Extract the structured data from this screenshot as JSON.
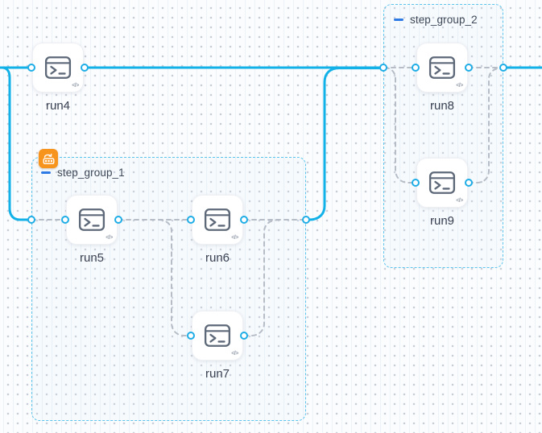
{
  "canvas": {
    "kind": "workflow-pipeline-editor"
  },
  "groups": [
    {
      "label": "step_group_1",
      "collapse_icon": "minus-icon",
      "corner_badge": "loop-steps-badge"
    },
    {
      "label": "step_group_2",
      "collapse_icon": "minus-icon"
    }
  ],
  "nodes": [
    {
      "id": "run4",
      "label": "run4",
      "icon": "terminal-icon",
      "badge": "code-icon"
    },
    {
      "id": "run5",
      "label": "run5",
      "icon": "terminal-icon",
      "badge": "code-icon"
    },
    {
      "id": "run6",
      "label": "run6",
      "icon": "terminal-icon",
      "badge": "code-icon"
    },
    {
      "id": "run7",
      "label": "run7",
      "icon": "terminal-icon",
      "badge": "code-icon"
    },
    {
      "id": "run8",
      "label": "run8",
      "icon": "terminal-icon",
      "badge": "code-icon"
    },
    {
      "id": "run9",
      "label": "run9",
      "icon": "terminal-icon",
      "badge": "code-icon"
    }
  ],
  "code_badge_glyph": "</>",
  "connections": [
    {
      "from": "canvas-left",
      "to": "run4",
      "style": "solid"
    },
    {
      "from": "canvas-left",
      "to": "step_group_1",
      "style": "solid"
    },
    {
      "from": "run4",
      "to": "step_group_2",
      "style": "solid"
    },
    {
      "from": "step_group_1",
      "to": "step_group_2",
      "style": "solid"
    },
    {
      "from": "step_group_2",
      "to": "canvas-right",
      "style": "solid"
    },
    {
      "from": "step_group_1-in",
      "to": "run5",
      "style": "dashed"
    },
    {
      "from": "run5",
      "to": "run6",
      "style": "dashed"
    },
    {
      "from": "run5",
      "to": "run7",
      "style": "dashed"
    },
    {
      "from": "run6",
      "to": "step_group_1-out",
      "style": "dashed"
    },
    {
      "from": "run7",
      "to": "step_group_1-out",
      "style": "dashed"
    },
    {
      "from": "step_group_2-in",
      "to": "run8",
      "style": "dashed"
    },
    {
      "from": "step_group_2-in",
      "to": "run9",
      "style": "dashed"
    },
    {
      "from": "run8",
      "to": "step_group_2-out",
      "style": "dashed"
    },
    {
      "from": "run9",
      "to": "step_group_2-out",
      "style": "dashed"
    }
  ],
  "colors": {
    "edge_active": "#12b2e8",
    "edge_dashed": "#b7bdc7",
    "group_border": "#5cc3ec",
    "port_ring": "#1fade6",
    "minus_icon": "#2e7ae5",
    "loop_badge": "#f7941e",
    "group_label_text": "#3e4857",
    "node_label_text": "#3b4252",
    "node_icon_stroke": "#5d6878",
    "background": "#fbfcfe",
    "grid_dot": "#c9ced9"
  }
}
